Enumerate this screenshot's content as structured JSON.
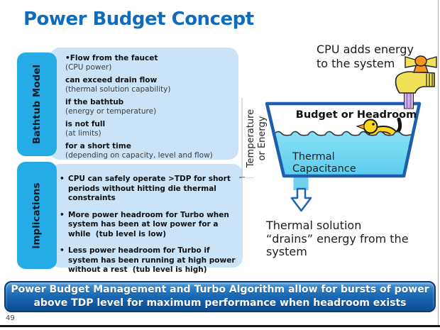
{
  "slide": {
    "title": "Power Budget Concept",
    "page_number": "49"
  },
  "sections": {
    "bathtub": {
      "label": "Bathtub Model",
      "items": [
        {
          "head": "•Flow from the faucet",
          "sub": "(CPU power)"
        },
        {
          "head": "can exceed drain flow",
          "sub": "(thermal solution capability)"
        },
        {
          "head": "if the bathtub",
          "sub": "(energy or temperature)"
        },
        {
          "head": "is not full",
          "sub": "(at limits)"
        },
        {
          "head": "for a short time",
          "sub": "(depending on capacity, level and flow)"
        }
      ]
    },
    "implications": {
      "label": "Implications",
      "bullet_char": "•",
      "bullets": [
        "CPU can safely operate >TDP for short\nperiods without hitting die thermal\nconstraints",
        "More power headroom for Turbo when\nsystem has been at low power for a\nwhile  (tub level is low)",
        "Less power headroom for Turbo if\nsystem has been running at high power\nwithout a rest  (tub level is high)"
      ]
    }
  },
  "diagram": {
    "cpu_caption": "CPU adds energy\nto the system",
    "axis_label": "Temperature\nor Energy",
    "tub_label": "Budget or Headroom",
    "capacitance_label": "Thermal\nCapacitance",
    "drain_caption": "Thermal solution\n“drains” energy from the\nsystem",
    "icons": [
      "faucet-icon",
      "rubber-duck-icon",
      "drain-arrow-icon",
      "water-icon"
    ]
  },
  "banner": {
    "text": "Power Budget Management and Turbo Algorithm allow for bursts of power\nabove TDP level for maximum performance when headroom exists"
  },
  "colors": {
    "title_blue": "#0D6CBE",
    "label_cyan": "#25ACE6",
    "panel_light_blue": "#CBE3F7",
    "tub_outline_blue": "#1E5FAD",
    "water_cyan": "#6FD6F2",
    "banner_blue_top": "#4793D2",
    "banner_blue_bottom": "#0B4C94",
    "duck_yellow": "#FFD61E",
    "faucet_orange": "#F7941D",
    "stream_purple": "#D4B2E8"
  }
}
